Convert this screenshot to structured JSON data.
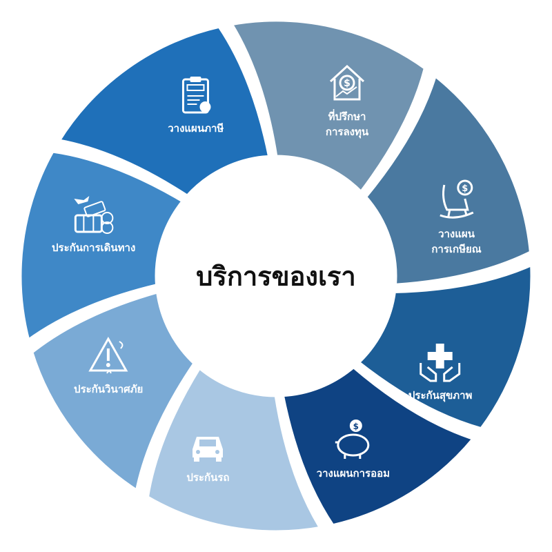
{
  "title": "บริการของเรา",
  "segments": [
    {
      "label_lines": [
        "วางแผนภาษี"
      ],
      "icon": "tax-clipboard-icon",
      "color": "#1f70b9",
      "angle_deg": 245
    },
    {
      "label_lines": [
        "ที่ปรึกษา",
        "การลงทุน"
      ],
      "icon": "house-dollar-growth-icon",
      "color": "#7093b0",
      "angle_deg": 292
    },
    {
      "label_lines": [
        "วางแผน",
        "การเกษียณ"
      ],
      "icon": "rocking-chair-icon",
      "color": "#4a79a0",
      "angle_deg": 342
    },
    {
      "label_lines": [
        "ประกันสุขภาพ"
      ],
      "icon": "hands-medical-cross-icon",
      "color": "#1d5e97",
      "angle_deg": 30
    },
    {
      "label_lines": [
        "วางแผนการออม"
      ],
      "icon": "piggy-bank-icon",
      "color": "#0f4383",
      "angle_deg": 66
    },
    {
      "label_lines": [
        "ประกันรถ"
      ],
      "icon": "car-icon",
      "color": "#a9c7e3",
      "angle_deg": 111
    },
    {
      "label_lines": [
        "ประกันวินาศภัย"
      ],
      "icon": "disaster-warning-icon",
      "color": "#7aaad5",
      "angle_deg": 152
    },
    {
      "label_lines": [
        "ประกันการเดินทาง"
      ],
      "icon": "travel-luggage-icon",
      "color": "#3f88c7",
      "angle_deg": 196
    }
  ]
}
